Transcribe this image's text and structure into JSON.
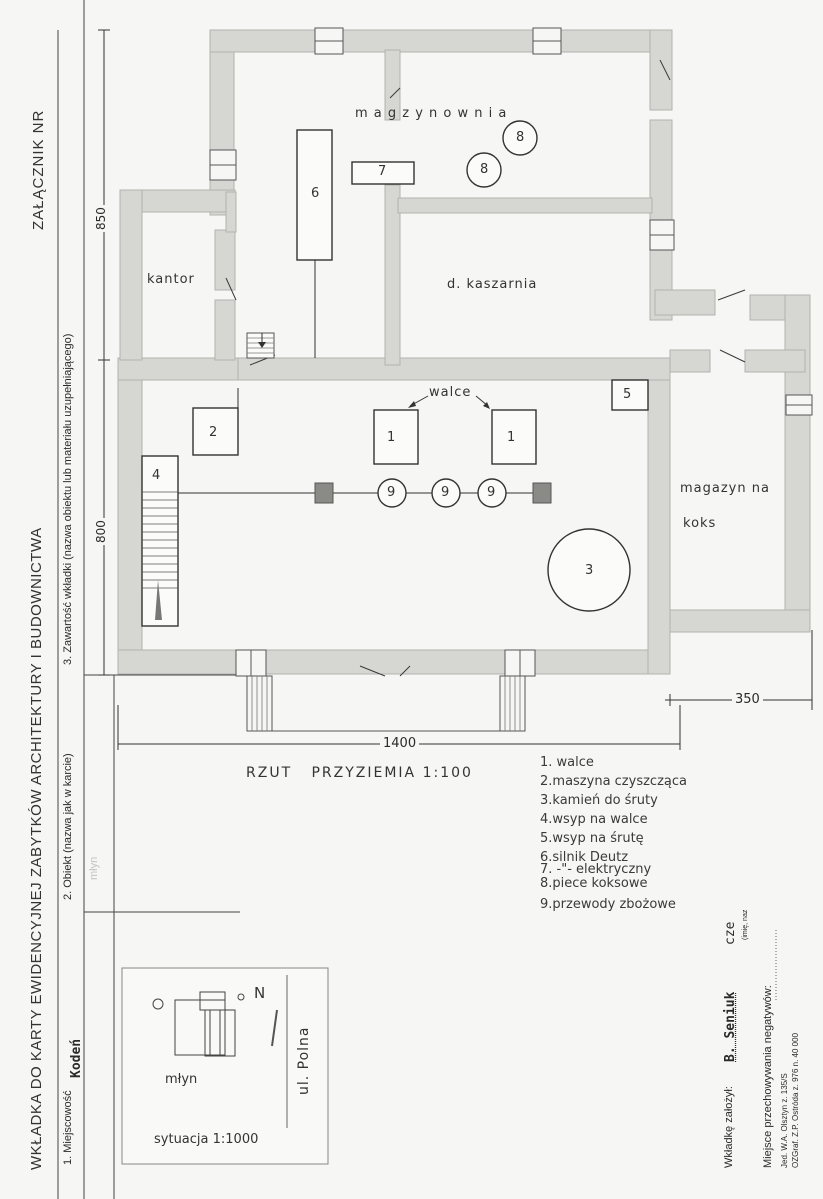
{
  "form": {
    "title": "WKŁADKA DO KARTY EWIDENCYJNEJ ZABYTKÓW ARCHITEKTURY I BUDOWNICTWA",
    "attachment": "ZAŁĄCZNIK NR",
    "field1_label": "1. Miejscowość",
    "field1_value": "Kodeń",
    "field2_label": "2. Obiekt (nazwa jak w karcie)",
    "field2_value": "młyn",
    "field3_label": "3. Zawartość wkładki (nazwa obiektu lub materiału uzupełniającego)",
    "made_by_label": "Wkładkę założył:",
    "made_by_value": "B. Seniuk",
    "made_by_tail": "cze",
    "made_by_hint": "(imię, naz",
    "storage_label": "Miejsce przechowywania negatywów:",
    "printer_line1": "Jed. W.A. Olsztyn z. 135/S",
    "printer_line2": "OZGraf. Z.P. Ostróda z. 976 n. 40 000"
  },
  "plan": {
    "rooms": {
      "maszynownia": "m a g z y n o w n i a",
      "kaszarnia": "d. kaszarnia",
      "kantor": "kantor",
      "magazyn1": "magazyn na",
      "magazyn2": "koks"
    },
    "walce_label": "walce",
    "machine_numbers": [
      "1",
      "1",
      "2",
      "3",
      "4",
      "5",
      "6",
      "7",
      "8",
      "8",
      "9",
      "9",
      "9"
    ],
    "dimensions": {
      "d850": "850",
      "d800": "800",
      "d1400": "1400",
      "d350": "350"
    },
    "title": "RZUT   PRZYZIEMIA 1:100"
  },
  "legend": [
    "1. walce",
    "2.maszyna czyszcząca",
    "3.kamień do śruty",
    "4.wsyp na walce",
    "5.wsyp na śrutę",
    "6.silnik Deutz",
    "7. -\"- elektryczny",
    "8.piece koksowe",
    "9.przewody zbożowe"
  ],
  "situation": {
    "building_label": "młyn",
    "street": "ul. Polna",
    "north": "N",
    "caption": "sytuacja 1:1000"
  }
}
